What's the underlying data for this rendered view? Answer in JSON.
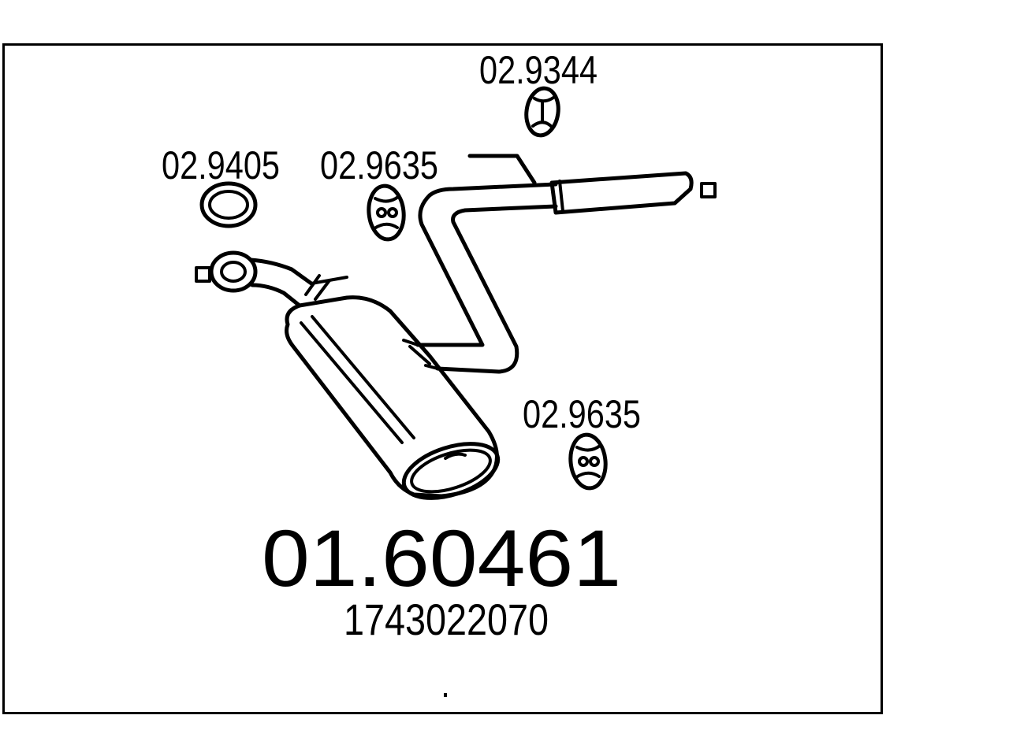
{
  "main_part_number": "01.60461",
  "oem_number": "1743022070",
  "components": [
    {
      "name": "rubber-mount",
      "label": "02.9344"
    },
    {
      "name": "gasket-ring",
      "label": "02.9405"
    },
    {
      "name": "rubber-hanger-upper",
      "label": "02.9635"
    },
    {
      "name": "rubber-hanger-lower",
      "label": "02.9635"
    }
  ],
  "colors": {
    "ink": "#000000",
    "background": "#ffffff"
  }
}
